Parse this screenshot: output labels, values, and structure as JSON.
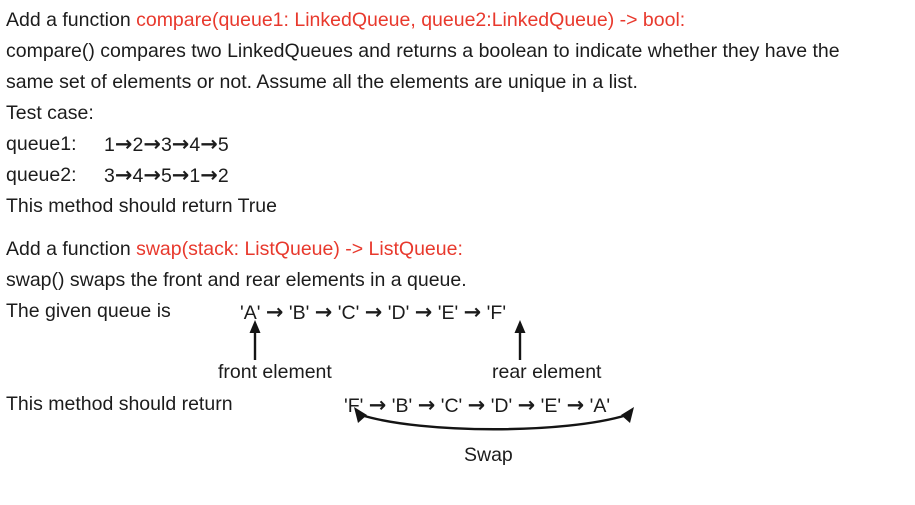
{
  "page": {
    "background": "#ffffff",
    "text_color": "#1c1c1c",
    "accent_red": "#e8392d"
  },
  "compare_section": {
    "heading_prefix": "Add a function ",
    "heading_signature": "compare(queue1: LinkedQueue, queue2:LinkedQueue) -> bool:",
    "desc_line1": "compare() compares two LinkedQueues and returns a boolean to indicate whether they have the",
    "desc_line2": "same set of elements or not. Assume all the elements are unique in a list.",
    "test_case_label": "Test case:",
    "queue1_label": "queue1:",
    "queue1_sequence": "1→2→3→4→5",
    "queue2_label": "queue2:",
    "queue2_sequence": "3→4→5→1→2",
    "result_text": "This method should return True"
  },
  "swap_section": {
    "heading_prefix": "Add a function ",
    "heading_signature": "swap(stack: ListQueue) -> ListQueue:",
    "desc": "swap() swaps the front and rear elements in a queue.",
    "given_label": "The given queue is",
    "given_sequence": "'A' → 'B' → 'C' → 'D' → 'E' → 'F'",
    "front_label": "front element",
    "rear_label": "rear element",
    "result_label": "This method should return",
    "result_sequence": "'F' → 'B' → 'C' → 'D' → 'E' → 'A'",
    "swap_label": "Swap"
  }
}
